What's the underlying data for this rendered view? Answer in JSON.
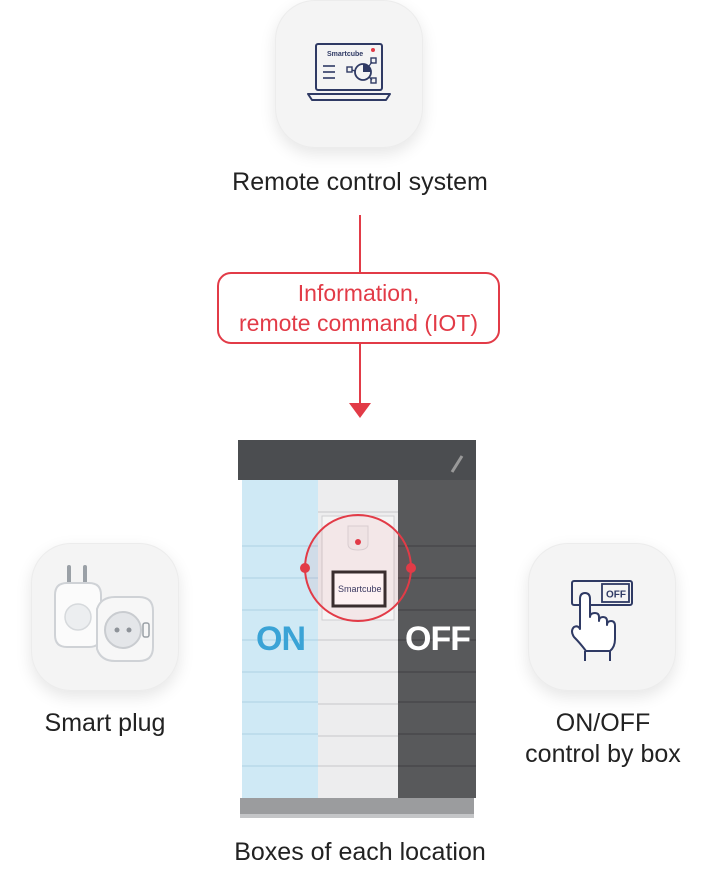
{
  "top": {
    "icon": "laptop-network-icon",
    "screen_brand": "Smartcube",
    "caption": "Remote control system"
  },
  "flow": {
    "line1": "Information,",
    "line2": "remote command (IOT)",
    "accent": "#e23b47"
  },
  "left": {
    "icon": "smart-plug-icon",
    "caption": "Smart plug"
  },
  "right": {
    "icon": "finger-off-switch-icon",
    "switch_text": "OFF",
    "caption_line1": "ON/OFF",
    "caption_line2": "control by box"
  },
  "locker": {
    "on_label": "ON",
    "off_label": "OFF",
    "screen_brand": "Smartcube",
    "on_color": "#3aa3d6",
    "off_color": "#ffffff"
  },
  "bottom": {
    "caption": "Boxes of each location"
  }
}
